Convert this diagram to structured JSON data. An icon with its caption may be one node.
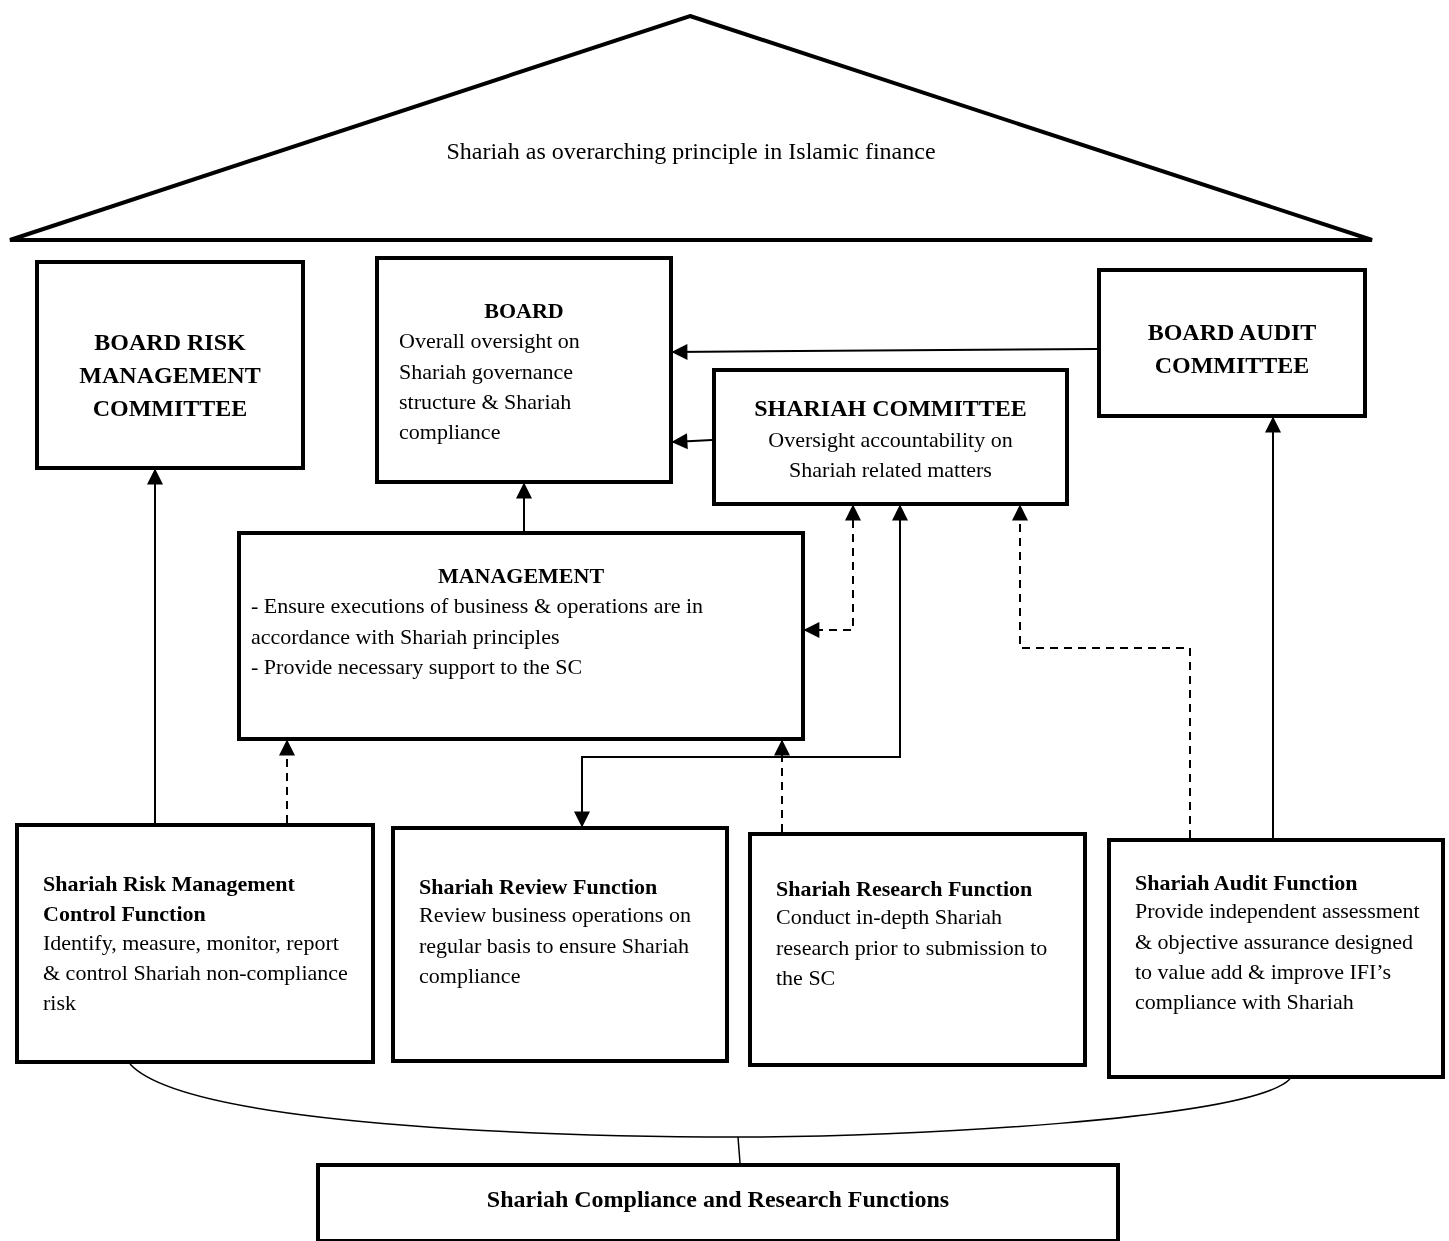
{
  "diagram": {
    "nodes": [
      {
        "text": [
          "Shariah as overarching principle in Islamic finance"
        ]
      },
      {
        "text": [
          "BOARD RISK MANAGEMENT COMMITTEE"
        ]
      },
      {
        "text": [
          "BOARD",
          "Overall oversight on Shariah governance structure & Shariah compliance"
        ]
      },
      {
        "text": [
          "BOARD AUDIT COMMITTEE"
        ]
      },
      {
        "text": [
          "SHARIAH COMMITTEE",
          "Oversight accountability on Shariah related matters"
        ]
      },
      {
        "text": [
          "MANAGEMENT",
          "- Ensure executions of business & operations are in accordance with Shariah principles",
          "- Provide necessary support to the SC"
        ]
      },
      {
        "text": [
          "Shariah Risk Management Control Function",
          "Identify, measure, monitor, report & control Shariah non-compliance risk"
        ]
      },
      {
        "text": [
          "Shariah Review Function",
          "Review business operations on regular basis to ensure Shariah compliance"
        ]
      },
      {
        "text": [
          "Shariah Research Function",
          "Conduct in-depth Shariah research prior to submission to the SC"
        ]
      },
      {
        "text": [
          "Shariah Audit Function",
          "Provide independent assessment & objective assurance designed to value add & improve IFI’s compliance with Shariah"
        ]
      },
      {
        "text": [
          "Shariah Compliance and Research Functions"
        ]
      }
    ],
    "edges": [
      {
        "from": 3,
        "to": 2,
        "arrow": "to"
      },
      {
        "from": 4,
        "to": 2,
        "arrow": "to"
      },
      {
        "from": 5,
        "to": 2,
        "arrow": "to"
      },
      {
        "from": 6,
        "to": 1,
        "arrow": "to"
      },
      {
        "from": 6,
        "to": 5,
        "arrow": "to",
        "style": "dashed"
      },
      {
        "from": 4,
        "to": 5,
        "arrow": "both",
        "style": "dashed"
      },
      {
        "from": 7,
        "to": 4,
        "arrow": "both"
      },
      {
        "from": 8,
        "to": 5,
        "arrow": "to",
        "style": "dashed"
      },
      {
        "from": 9,
        "to": 4,
        "arrow": "to",
        "style": "dashed"
      },
      {
        "from": 9,
        "to": 3,
        "arrow": "to"
      }
    ]
  }
}
